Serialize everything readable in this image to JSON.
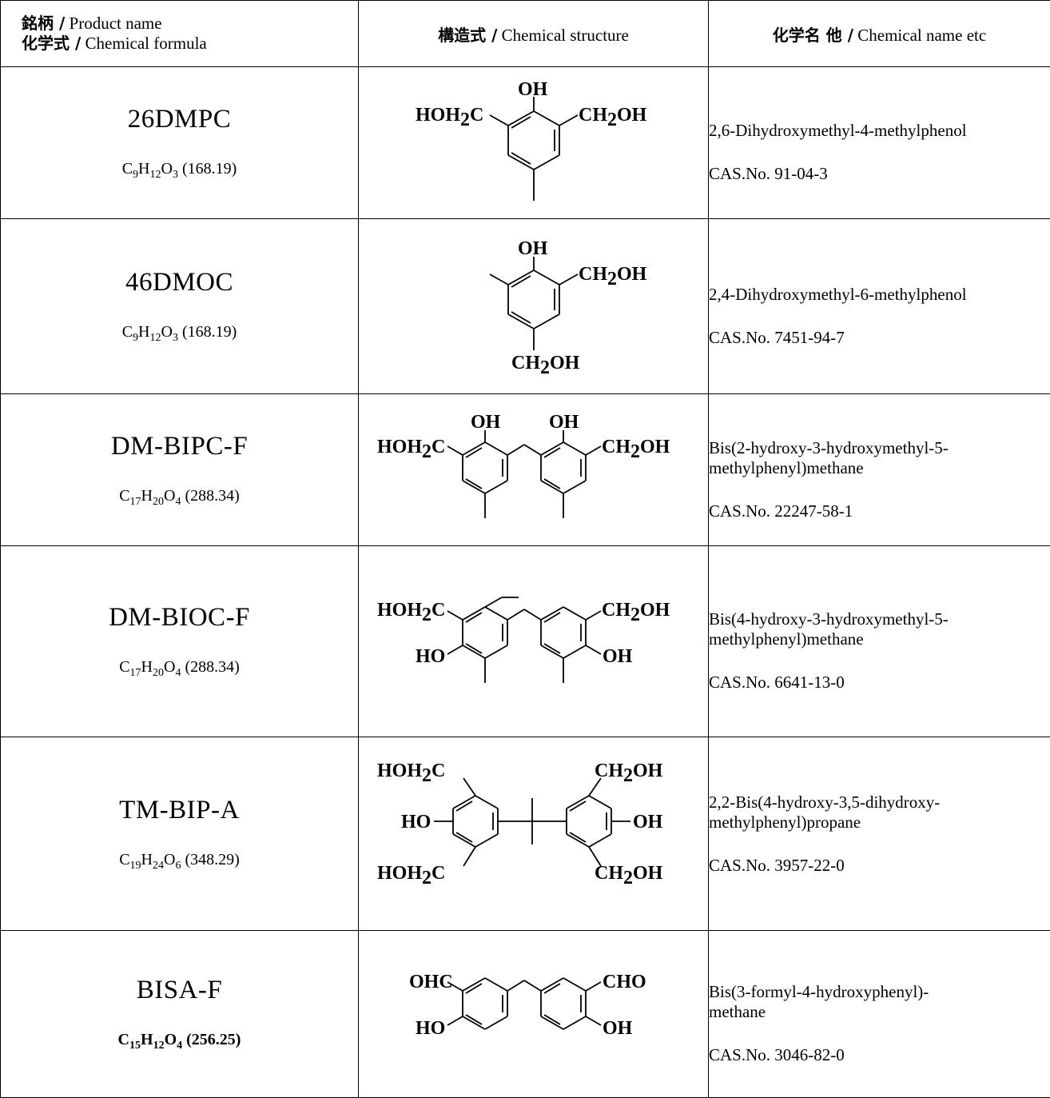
{
  "header": {
    "col1_jp": "銘柄 /",
    "col1_en": "Product name",
    "col1b_jp": "化学式 /",
    "col1b_en": "Chemical formula",
    "col2_jp": "構造式 /",
    "col2_en": "Chemical structure",
    "col3_jp": "化学名 他 /",
    "col3_en": "Chemical name etc"
  },
  "products": [
    {
      "name": "26DMPC",
      "formula": "C9H12O3 (168.19)",
      "chemical_name": "2,6-Dihydroxymethyl-4-methylphenol",
      "cas": "CAS.No. 91-04-3"
    },
    {
      "name": "46DMOC",
      "formula": "C9H12O3 (168.19)",
      "chemical_name": "2,4-Dihydroxymethyl-6-methylphenol",
      "cas": "CAS.No. 7451-94-7"
    },
    {
      "name": "DM-BIPC-F",
      "formula": "C17H20O4 (288.34)",
      "chemical_name": "Bis(2-hydroxy-3-hydroxymethyl-5-methylphenyl)methane",
      "cas": "CAS.No. 22247-58-1"
    },
    {
      "name": "DM-BIOC-F",
      "formula": "C17H20O4 (288.34)",
      "chemical_name": "Bis(4-hydroxy-3-hydroxymethyl-5-methylphenyl)methane",
      "cas": "CAS.No. 6641-13-0"
    },
    {
      "name": "TM-BIP-A",
      "formula": "C19H24O6 (348.29)",
      "chemical_name": "2,2-Bis(4-hydroxy-3,5-dihydroxy-methylphenyl)propane",
      "cas": "CAS.No. 3957-22-0"
    },
    {
      "name": "BISA-F",
      "formula": "C15H12O4 (256.25)",
      "chemical_name": "Bis(3-formyl-4-hydroxyphenyl)-methane",
      "cas": "CAS.No. 3046-82-0"
    }
  ],
  "structure_labels": {
    "oh": "OH",
    "hoh": "HOH",
    "ch": "CH",
    "ho": "HO",
    "ohc": "OHC",
    "cho": "CHO",
    "c": "C",
    "two": "2"
  }
}
